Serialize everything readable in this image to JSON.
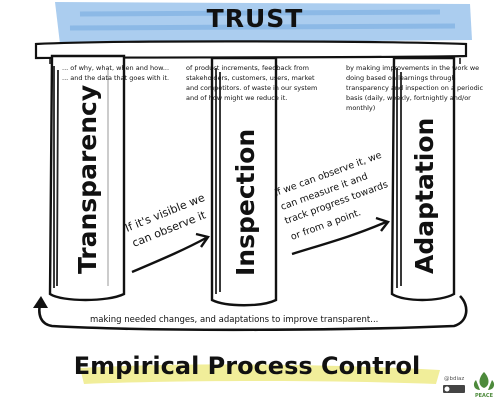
{
  "title": "TRUST",
  "footer_title": "Empirical Process Control",
  "pillars": [
    {
      "name": "Transparency",
      "description_lines": [
        "... of why, what, when and how...",
        "... and the data that goes with it."
      ]
    },
    {
      "name": "Inspection",
      "description_lines": [
        "of product increments, feedback from",
        "stakeholders, customers, users, market",
        "and competitors. of waste in our system",
        "and of how might we reduce it."
      ]
    },
    {
      "name": "Adaptation",
      "description_lines": [
        "by making improvements in the work we",
        "doing based on learnings through",
        "transparency and inspection on a periodic",
        "basis (daily, weekly, fortnightly and/or",
        "monthly)"
      ]
    }
  ],
  "arrow_labels": {
    "transparency_to_inspection": [
      "If it's visible we",
      "can observe it"
    ],
    "inspection_to_adaptation": [
      "If we can observe it, we",
      "can measure it and",
      "track progress towards",
      "or from a point."
    ]
  },
  "feedback_loop_label": "making needed changes, and adaptations to improve transparent...",
  "logo_text": "PEACE",
  "credit_text": "@bdiaz",
  "colors": {
    "ink": "#111111",
    "sky_blue": "#9cc4ec",
    "highlight_yellow": "#f1ee9a",
    "pillar_fill": "#ffffff",
    "logo_green": "#4d8a3b"
  }
}
